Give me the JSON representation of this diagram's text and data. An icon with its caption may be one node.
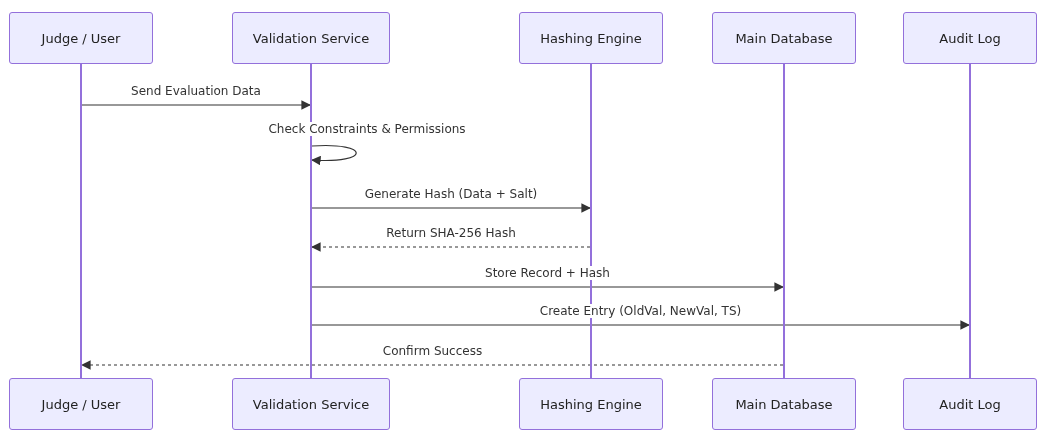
{
  "diagram": {
    "nodes": [
      {
        "text": [
          "Judge / User"
        ]
      },
      {
        "text": [
          "Validation Service"
        ]
      },
      {
        "text": [
          "Hashing Engine"
        ]
      },
      {
        "text": [
          "Main Database"
        ]
      },
      {
        "text": [
          "Audit Log"
        ]
      },
      {
        "text": [],
        "shape": "bar"
      },
      {
        "text": [],
        "shape": "bar"
      },
      {
        "text": [],
        "shape": "bar"
      },
      {
        "text": [],
        "shape": "bar"
      },
      {
        "text": [],
        "shape": "bar"
      },
      {
        "text": [
          "Judge / User"
        ]
      },
      {
        "text": [
          "Validation Service"
        ]
      },
      {
        "text": [
          "Hashing Engine"
        ]
      },
      {
        "text": [
          "Main Database"
        ]
      },
      {
        "text": [
          "Audit Log"
        ]
      }
    ],
    "edges": [
      {
        "from": 5,
        "to": 6,
        "arrow": "to",
        "label": "Send Evaluation Data"
      },
      {
        "from": 6,
        "to": 6,
        "arrow": "to",
        "label": "Check Constraints & Permissions"
      },
      {
        "from": 6,
        "to": 7,
        "arrow": "to",
        "label": "Generate Hash (Data + Salt)"
      },
      {
        "from": 7,
        "to": 6,
        "arrow": "to",
        "label": "Return SHA-256 Hash",
        "style": "dashed"
      },
      {
        "from": 6,
        "to": 8,
        "arrow": "to",
        "label": "Store Record + Hash"
      },
      {
        "from": 6,
        "to": 9,
        "arrow": "to",
        "label": "Create Entry (OldVal, NewVal, TS)"
      },
      {
        "from": 8,
        "to": 5,
        "arrow": "to",
        "label": "Confirm Success",
        "style": "dashed"
      }
    ]
  }
}
